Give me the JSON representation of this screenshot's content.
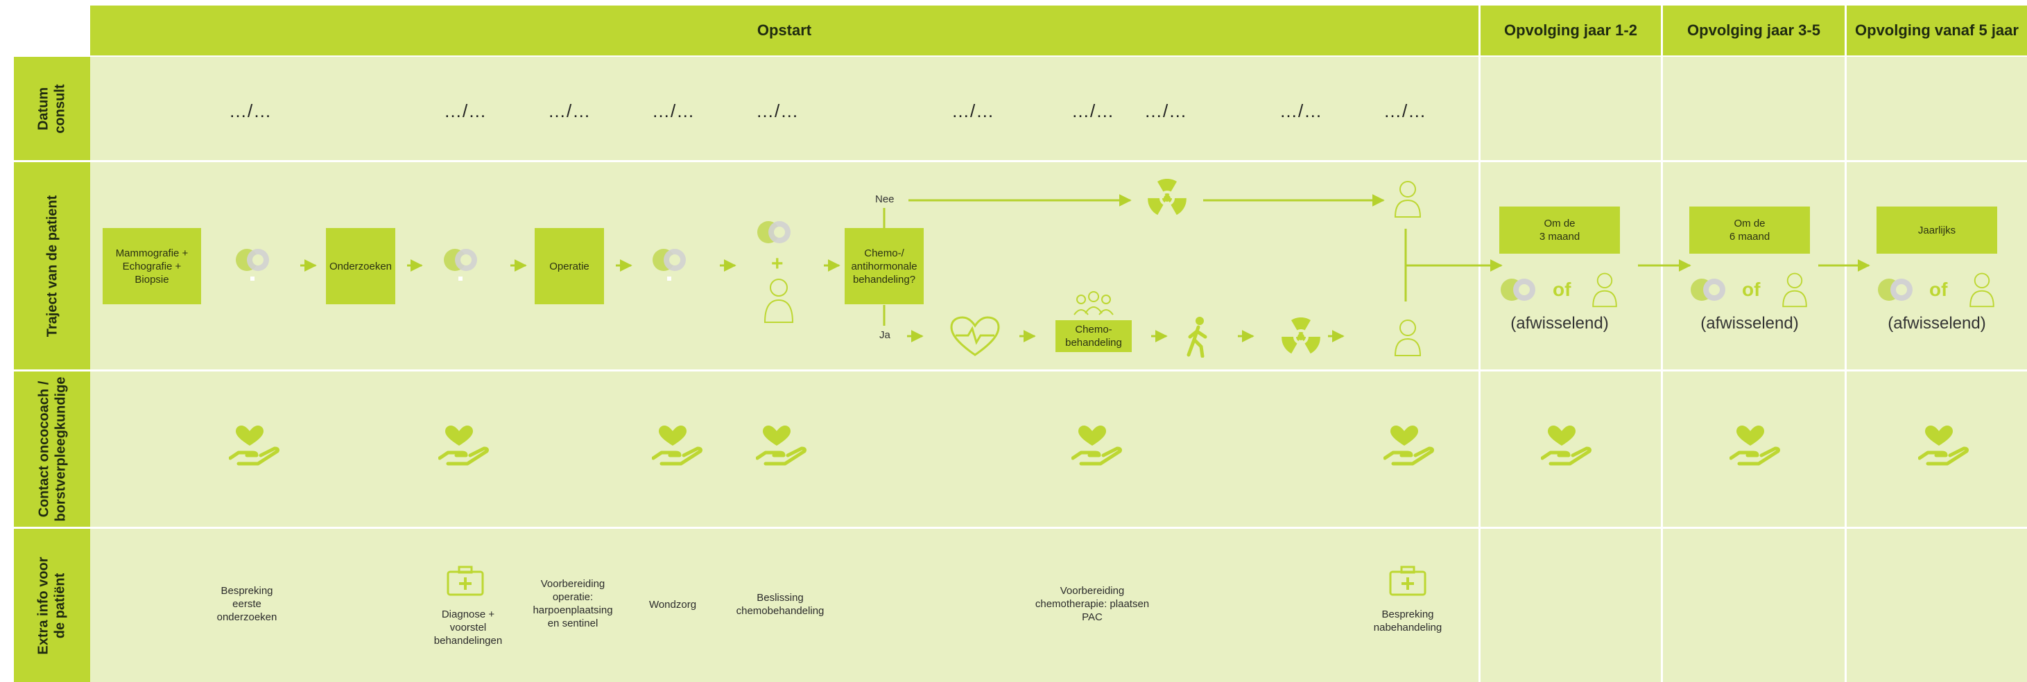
{
  "headers": {
    "opstart": "Opstart",
    "jaar_1_2": "Opvolging jaar 1-2",
    "jaar_3_5": "Opvolging jaar 3-5",
    "vanaf_5": "Opvolging vanaf 5 jaar"
  },
  "row_labels": {
    "datum": "Datum\nconsult",
    "traject": "Traject van de patient",
    "contact": "Contact oncocoach /\nborstverpleegkundige",
    "extra": "Extra info voor\nde patiënt"
  },
  "dates": {
    "d1": "…/…",
    "d2": "…/…",
    "d3": "…/…",
    "d4": "…/…",
    "d5": "…/…",
    "d6": "…/…",
    "d7": "…/…",
    "d8": "…/…",
    "d9": "…/…",
    "d10": "…/…"
  },
  "steps": {
    "mammografie": "Mammografie +\nEchografie +\nBiopsie",
    "onderzoeken": "Onderzoeken",
    "operatie": "Operatie",
    "chemo_vraag": "Chemo-/\nantihormonale\nbehandeling?",
    "chemobehandeling": "Chemo-\nbehandeling"
  },
  "branches": {
    "nee": "Nee",
    "ja": "Ja"
  },
  "followup": {
    "jaar_1_2": {
      "freq": "Om de\n3 maand",
      "or_word": "of",
      "note": "(afwisselend)"
    },
    "jaar_3_5": {
      "freq": "Om de\n6 maand",
      "or_word": "of",
      "note": "(afwisselend)"
    },
    "vanaf_5": {
      "freq": "Jaarlijks",
      "or_word": "of",
      "note": "(afwisselend)"
    }
  },
  "extra_info": {
    "n1": "Bespreking\neerste\nonderzoeken",
    "n2": "Diagnose +\nvoorstel\nbehandelingen",
    "n3": "Voorbereiding\noperatie:\nharpoenplaatsing\nen sentinel",
    "n4": "Wondzorg",
    "n5": "Beslissing\nchemobehandeling",
    "n6": "Voorbereiding\nchemotherapie: plaatsen\nPAC",
    "n7": "Bespreking\nnabehandeling"
  },
  "icons": {
    "consult": "doctor-consult-icon",
    "care": "hand-heart-icon",
    "radiation": "radiation-icon",
    "heart_monitor": "heart-monitor-icon",
    "medical_kit": "medical-kit-icon",
    "walking": "walking-person-icon",
    "nurse": "nurse-icon"
  },
  "colors": {
    "accent": "#bdd732",
    "band": "#e8f0c3",
    "arrow": "#b5d12d",
    "text": "#1f2a10"
  }
}
